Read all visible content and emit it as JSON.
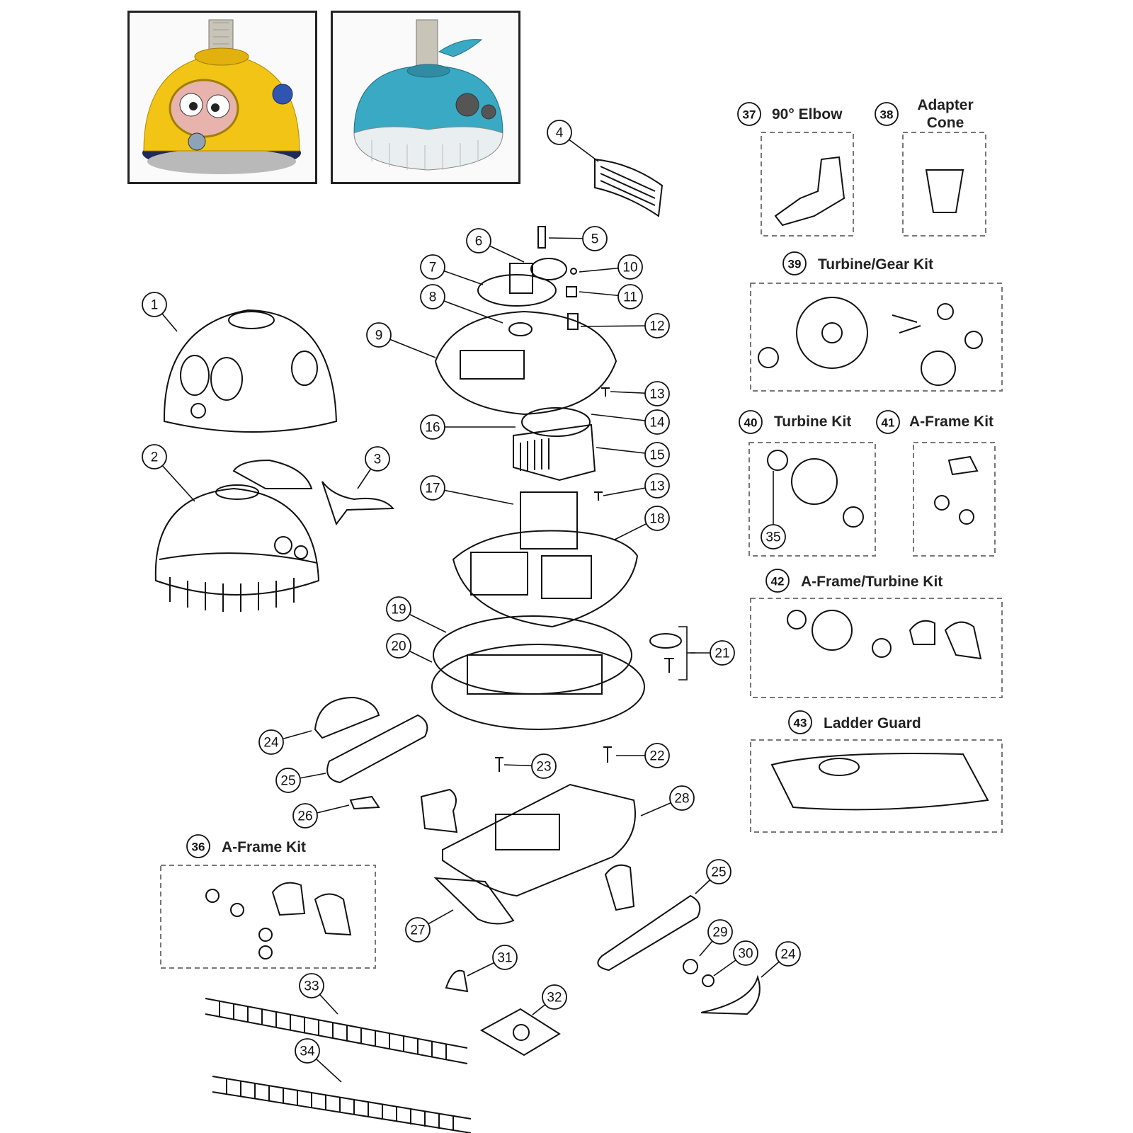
{
  "callouts": [
    {
      "id": "1",
      "label": "1"
    },
    {
      "id": "2",
      "label": "2"
    },
    {
      "id": "3",
      "label": "3"
    },
    {
      "id": "4",
      "label": "4"
    },
    {
      "id": "5",
      "label": "5"
    },
    {
      "id": "6",
      "label": "6"
    },
    {
      "id": "7",
      "label": "7"
    },
    {
      "id": "8",
      "label": "8"
    },
    {
      "id": "9",
      "label": "9"
    },
    {
      "id": "10",
      "label": "10"
    },
    {
      "id": "11",
      "label": "11"
    },
    {
      "id": "12",
      "label": "12"
    },
    {
      "id": "13a",
      "label": "13"
    },
    {
      "id": "14",
      "label": "14"
    },
    {
      "id": "15",
      "label": "15"
    },
    {
      "id": "16",
      "label": "16"
    },
    {
      "id": "17",
      "label": "17"
    },
    {
      "id": "13b",
      "label": "13"
    },
    {
      "id": "18",
      "label": "18"
    },
    {
      "id": "19",
      "label": "19"
    },
    {
      "id": "20",
      "label": "20"
    },
    {
      "id": "21",
      "label": "21"
    },
    {
      "id": "22",
      "label": "22"
    },
    {
      "id": "23",
      "label": "23"
    },
    {
      "id": "24a",
      "label": "24"
    },
    {
      "id": "25a",
      "label": "25"
    },
    {
      "id": "26",
      "label": "26"
    },
    {
      "id": "27",
      "label": "27"
    },
    {
      "id": "28",
      "label": "28"
    },
    {
      "id": "25b",
      "label": "25"
    },
    {
      "id": "29",
      "label": "29"
    },
    {
      "id": "30",
      "label": "30"
    },
    {
      "id": "24b",
      "label": "24"
    },
    {
      "id": "31",
      "label": "31"
    },
    {
      "id": "32",
      "label": "32"
    },
    {
      "id": "33",
      "label": "33"
    },
    {
      "id": "34",
      "label": "34"
    },
    {
      "id": "35",
      "label": "35"
    }
  ],
  "kits": [
    {
      "id": "k37",
      "number": "37",
      "title": "90° Elbow"
    },
    {
      "id": "k38",
      "number": "38",
      "title": "Adapter Cone"
    },
    {
      "id": "k39",
      "number": "39",
      "title": "Turbine/Gear Kit"
    },
    {
      "id": "k40",
      "number": "40",
      "title": "Turbine Kit"
    },
    {
      "id": "k41",
      "number": "41",
      "title": "A-Frame Kit"
    },
    {
      "id": "k42",
      "number": "42",
      "title": "A-Frame/Turbine Kit"
    },
    {
      "id": "k43",
      "number": "43",
      "title": "Ladder Guard"
    },
    {
      "id": "k36",
      "number": "36",
      "title": "A-Frame Kit"
    }
  ],
  "colors": {
    "photo_yellow": "#f2c416",
    "photo_blue": "#3aa9c4",
    "outline": "#111111",
    "dashed_box": "#777777"
  }
}
